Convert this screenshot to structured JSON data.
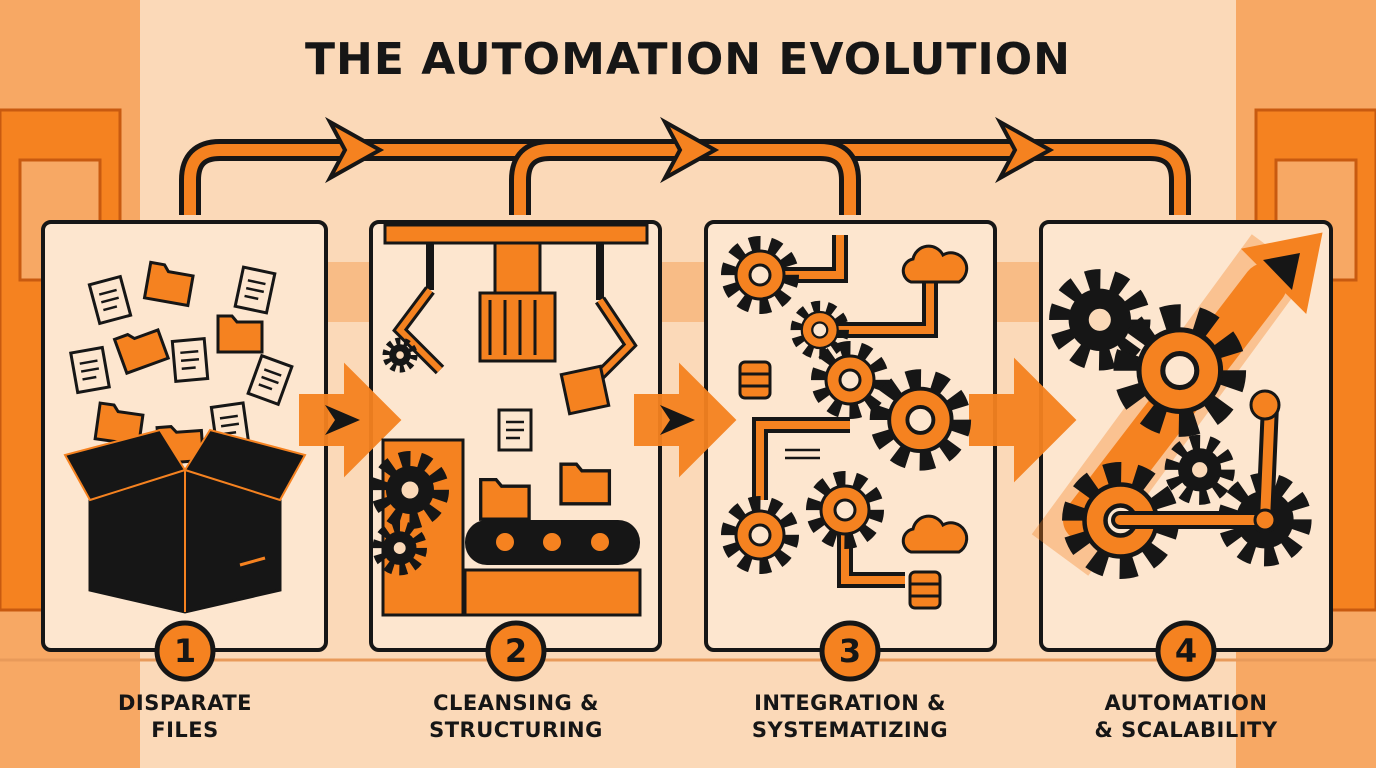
{
  "title": "THE AUTOMATION EVOLUTION",
  "colors": {
    "background": "#fbd9b8",
    "accent": "#f58220",
    "dark": "#161616",
    "panel": "#fde6cf"
  },
  "steps": [
    {
      "number": "1",
      "label_line1": "DISPARATE",
      "label_line2": "FILES",
      "icon": "box-of-files-icon"
    },
    {
      "number": "2",
      "label_line1": "CLEANSING &",
      "label_line2": "STRUCTURING",
      "icon": "robot-arm-conveyor-icon"
    },
    {
      "number": "3",
      "label_line1": "INTEGRATION &",
      "label_line2": "SYSTEMATIZING",
      "icon": "gears-pipes-database-icon"
    },
    {
      "number": "4",
      "label_line1": "AUTOMATION",
      "label_line2": "& SCALABILITY",
      "icon": "gears-growth-arrow-icon"
    }
  ]
}
